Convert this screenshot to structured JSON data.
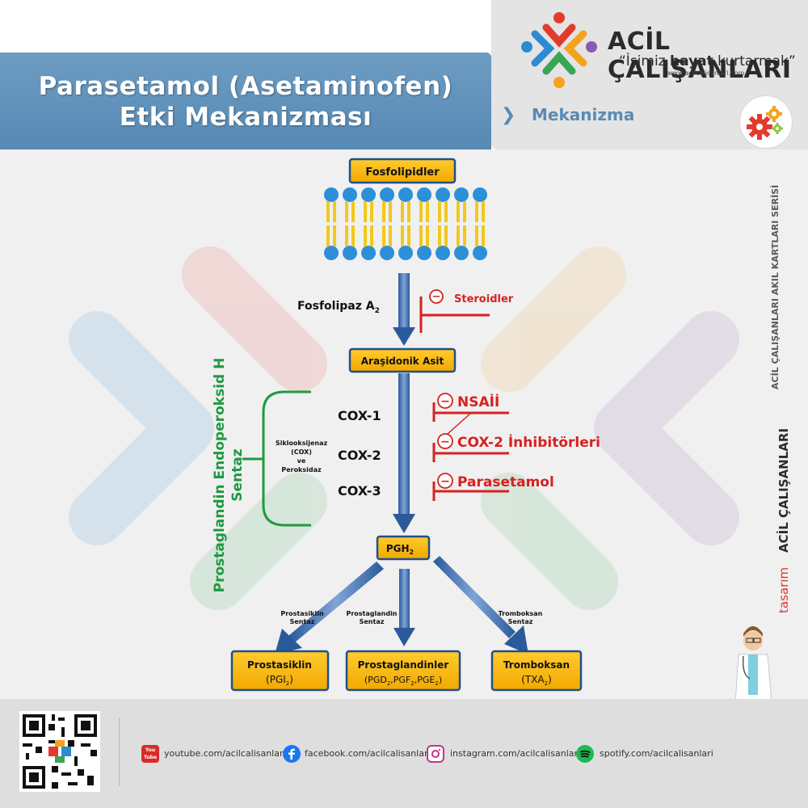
{
  "header": {
    "title_line1": "Parasetamol (Asetaminofen)",
    "title_line2": "Etki Mekanizması"
  },
  "brand": {
    "name": "ACİL ÇALIŞANLARI",
    "slogan_quote_open": "“İşimiz ",
    "slogan_bold": "hayat",
    "slogan_rest": " kurtarmak”",
    "url": "www.acilcalisanlari.com",
    "colors": [
      "#e23b2e",
      "#f6a21d",
      "#3aa655",
      "#2c8bd1",
      "#8a5bb0"
    ]
  },
  "section": {
    "chevron_icon": "chevron-right-icon",
    "label": "Mekanizma",
    "icon": "gears-icon"
  },
  "diagram": {
    "phospholipids": "Fosfolipidler",
    "enzyme_pla2": "Fosfolipaz A",
    "enzyme_pla2_sub": "2",
    "inhibitor_steroids": "Steroidler",
    "arachidonic_acid": "Araşidonik Asit",
    "cox1": "COX-1",
    "cox2": "COX-2",
    "cox3": "COX-3",
    "cox_activity_line1": "Siklooksijenaz",
    "cox_activity_line2": "(COX)",
    "cox_activity_line3": "ve",
    "cox_activity_line4": "Peroksidaz",
    "synthase_label_line1": "Prostaglandin Endoperoksid H",
    "synthase_label_line2": "Sentaz",
    "inhibitor_nsaid": "NSAİİ",
    "inhibitor_cox2": "COX-2 İnhibitörleri",
    "inhibitor_paracetamol": "Parasetamol",
    "minus_sign": "−",
    "pgh2": "PGH",
    "pgh2_sub": "2",
    "branch_left_line1": "Prostasiklin",
    "branch_left_line2": "Sentaz",
    "branch_mid_line1": "Prostaglandin",
    "branch_mid_line2": "Sentaz",
    "branch_right_line1": "Tromboksan",
    "branch_right_line2": "Sentaz",
    "product_left_name": "Prostasiklin",
    "product_left_formula": "(PGI",
    "product_left_sub": "2",
    "product_left_close": ")",
    "product_mid_name": "Prostaglandinler",
    "product_mid_f1": "(PGD",
    "product_mid_s1": "2",
    "product_mid_f2": ",PGF",
    "product_mid_s2": "2",
    "product_mid_f3": ",PGE",
    "product_mid_s3": "2",
    "product_mid_close": ")",
    "product_right_name": "Tromboksan",
    "product_right_formula": "(TXA",
    "product_right_sub": "2",
    "product_right_close": ")",
    "colors": {
      "box_fill": "#f6b300",
      "box_border": "#1f4f8c",
      "arrow_blue": "#3d6fb3",
      "inhibition_red": "#d62121",
      "bracket_green": "#1e9a3f",
      "lipid_head": "#2d8fd8",
      "lipid_tail": "#f2c81b"
    }
  },
  "side": {
    "series": "ACİL ÇALIŞANLARI AKIL KARTLARI SERİSİ",
    "design_prefix": "tasarım",
    "design_brand": "ACİL ÇALIŞANLARI"
  },
  "footer": {
    "youtube": "youtube.com/acilcalisanlari",
    "facebook": "facebook.com/acilcalisanlari",
    "instagram": "instagram.com/acilcalisanlari",
    "spotify": "spotify.com/acilcalisanlari",
    "youtube_icon_text": "You Tube",
    "youtube_icon": "youtube-icon",
    "facebook_icon": "facebook-icon",
    "instagram_icon": "instagram-icon",
    "spotify_icon": "spotify-icon",
    "qr": "qr-code-icon"
  }
}
